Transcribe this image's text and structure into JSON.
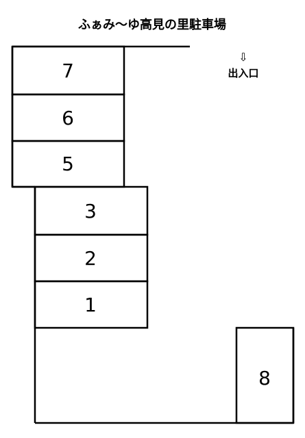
{
  "title": "ふぁみ〜ゆ高見の里駐車場",
  "entrance": {
    "arrow_icon": "down-arrow-outline-icon",
    "arrow_glyph": "⇩",
    "label": "出入口"
  },
  "stalls": [
    {
      "id": "7",
      "label": "7"
    },
    {
      "id": "6",
      "label": "6"
    },
    {
      "id": "5",
      "label": "5"
    },
    {
      "id": "3",
      "label": "3"
    },
    {
      "id": "2",
      "label": "2"
    },
    {
      "id": "1",
      "label": "1"
    },
    {
      "id": "8",
      "label": "8"
    }
  ],
  "colors": {
    "line": "#000000",
    "background": "#ffffff"
  }
}
